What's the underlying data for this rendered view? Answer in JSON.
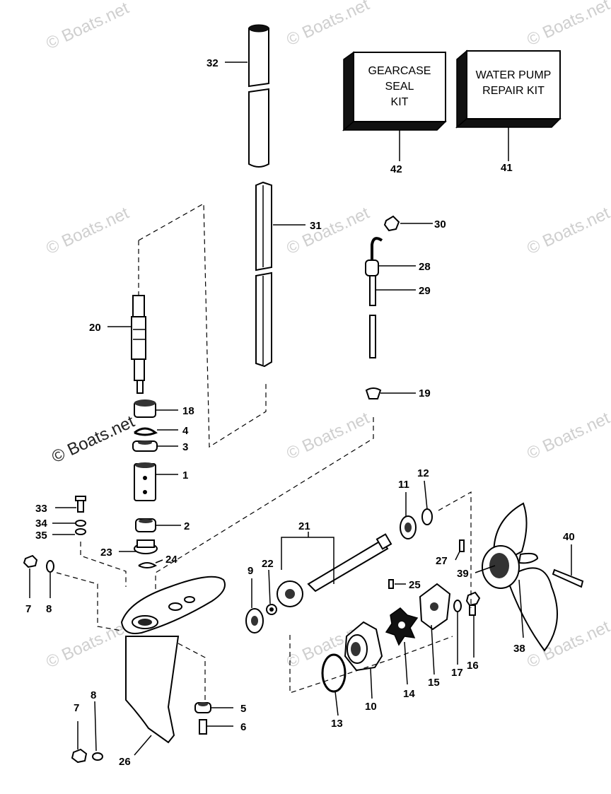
{
  "watermark": "© Boats.net",
  "kits": {
    "gearcase": [
      "GEARCASE",
      "SEAL",
      "KIT"
    ],
    "waterpump": [
      "WATER PUMP",
      "REPAIR KIT"
    ]
  },
  "callouts": {
    "p1": "1",
    "p2": "2",
    "p3": "3",
    "p4": "4",
    "p5": "5",
    "p6": "6",
    "p7a": "7",
    "p7b": "7",
    "p8a": "8",
    "p8b": "8",
    "p9": "9",
    "p10": "10",
    "p11": "11",
    "p12": "12",
    "p13": "13",
    "p14": "14",
    "p15": "15",
    "p16": "16",
    "p17": "17",
    "p18": "18",
    "p19": "19",
    "p20": "20",
    "p21": "21",
    "p22": "22",
    "p23": "23",
    "p24": "24",
    "p25": "25",
    "p26": "26",
    "p27": "27",
    "p28": "28",
    "p29": "29",
    "p30": "30",
    "p31": "31",
    "p32": "32",
    "p33": "33",
    "p34": "34",
    "p35": "35",
    "p38": "38",
    "p39": "39",
    "p40": "40",
    "p41": "41",
    "p42": "42"
  }
}
